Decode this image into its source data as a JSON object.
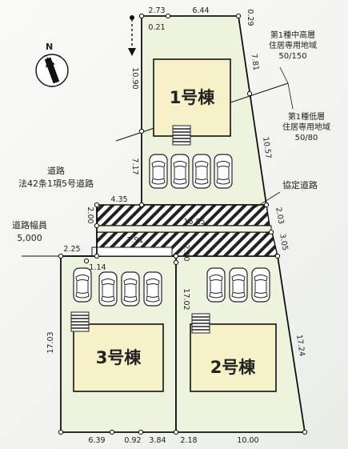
{
  "buildings": {
    "b1": "1号棟",
    "b2": "2号棟",
    "b3": "3号棟"
  },
  "labels": {
    "road_title_1": "道路",
    "road_title_2": "法42条1項5号道路",
    "road_width_title": "道路幅員",
    "road_width_value": "5,000",
    "agreement_road": "協定道路",
    "zone_upper_1": "第1種中高層",
    "zone_upper_2": "住居専用地域",
    "zone_upper_3": "50/150",
    "zone_lower_1": "第1種低層",
    "zone_lower_2": "住居専用地域",
    "zone_lower_3": "50/80"
  },
  "compass": {
    "north": "N"
  },
  "dims": {
    "d273": "2.73",
    "d644": "6.44",
    "d029": "0.29",
    "d021": "0.21",
    "d1090": "10.90",
    "d781": "7.81",
    "d1057": "10.57",
    "d717": "7.17",
    "d435": "4.35",
    "d200a": "2.00",
    "d1685": "16.85",
    "d203": "2.03",
    "d305": "3.05",
    "d791": "7.91",
    "d200b": "2.00",
    "d225": "2.25",
    "d114": "1.14",
    "d1702": "17.02",
    "d1703": "17.03",
    "d1724": "17.24",
    "d639": "6.39",
    "d092": "0.92",
    "d384": "3.84",
    "d218": "2.18",
    "d1000": "10.00"
  },
  "colors": {
    "lot": "#eef3e0",
    "building": "#f7f1c9",
    "line": "#111111"
  }
}
